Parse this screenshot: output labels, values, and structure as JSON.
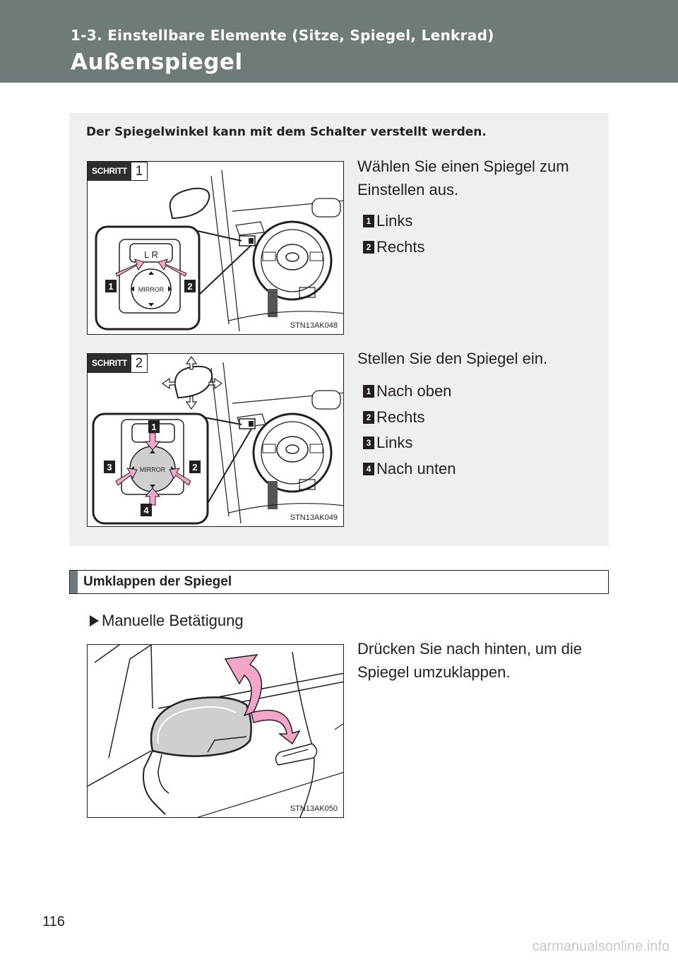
{
  "header": {
    "section_title": "1-3. Einstellbare Elemente (Sitze, Spiegel, Lenkrad)",
    "page_heading": "Außenspiegel"
  },
  "intro": "Der Spiegelwinkel kann mit dem Schalter verstellt werden.",
  "step1": {
    "badge_label": "SCHRITT",
    "badge_number": "1",
    "text": "Wählen Sie einen Spiegel zum Einstellen aus.",
    "items": [
      {
        "num": "1",
        "label": "Links"
      },
      {
        "num": "2",
        "label": "Rechts"
      }
    ],
    "figure": {
      "code": "STN13AK048",
      "switch_label": "MIRROR",
      "lr_text": "L  R",
      "callouts": [
        "1",
        "2"
      ]
    }
  },
  "step2": {
    "badge_label": "SCHRITT",
    "badge_number": "2",
    "text": "Stellen Sie den Spiegel ein.",
    "items": [
      {
        "num": "1",
        "label": "Nach oben"
      },
      {
        "num": "2",
        "label": "Rechts"
      },
      {
        "num": "3",
        "label": "Links"
      },
      {
        "num": "4",
        "label": "Nach unten"
      }
    ],
    "figure": {
      "code": "STN13AK049",
      "switch_label": "MIRROR",
      "callouts": [
        "1",
        "2",
        "3",
        "4"
      ]
    }
  },
  "fold": {
    "title": "Umklappen der Spiegel",
    "manual_label": "Manuelle Betätigung",
    "text": "Drücken Sie nach hinten, um die Spiegel umzuklappen.",
    "figure": {
      "code": "STN13AK050"
    }
  },
  "page_number": "116",
  "watermark": "carmanualsonline.info",
  "colors": {
    "header": "#6f7b7a",
    "box_bg": "#eef0ef",
    "arrow_pink": "#f4a6c8",
    "text": "#231f20"
  }
}
